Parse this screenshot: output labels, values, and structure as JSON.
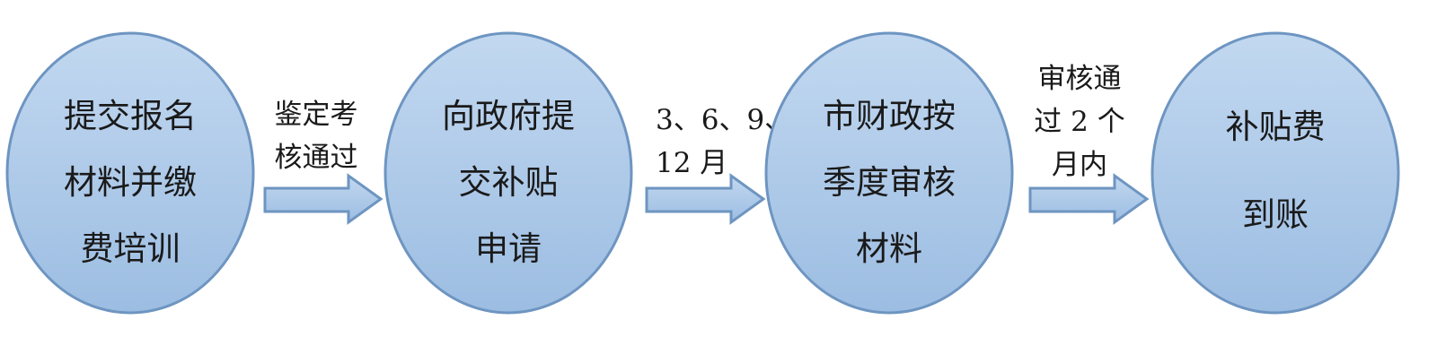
{
  "nodes": [
    {
      "id": "step-1",
      "lines": [
        "提交报名",
        "材料并缴",
        "费培训"
      ]
    },
    {
      "id": "step-2",
      "lines": [
        "向政府提",
        "交补贴",
        "申请"
      ]
    },
    {
      "id": "step-3",
      "lines": [
        "市财政按",
        "季度审核",
        "材料"
      ]
    },
    {
      "id": "step-4",
      "lines": [
        "补贴费",
        "到账"
      ]
    }
  ],
  "edges": [
    {
      "from": "step-1",
      "to": "step-2",
      "lines": [
        "鉴定考",
        "核通过"
      ]
    },
    {
      "from": "step-2",
      "to": "step-3",
      "lines": [
        "3、6、9、",
        "12 月"
      ]
    },
    {
      "from": "step-3",
      "to": "step-4",
      "lines": [
        "审核通",
        "过 2 个",
        "月内"
      ]
    }
  ],
  "colors": {
    "node_fill_top": "#c2d8f0",
    "node_fill_bottom": "#9cbde2",
    "node_stroke": "#6e95c1",
    "arrow_fill_top": "#c2d8f0",
    "arrow_fill_bottom": "#9cbde2",
    "arrow_stroke": "#6e95c1"
  }
}
